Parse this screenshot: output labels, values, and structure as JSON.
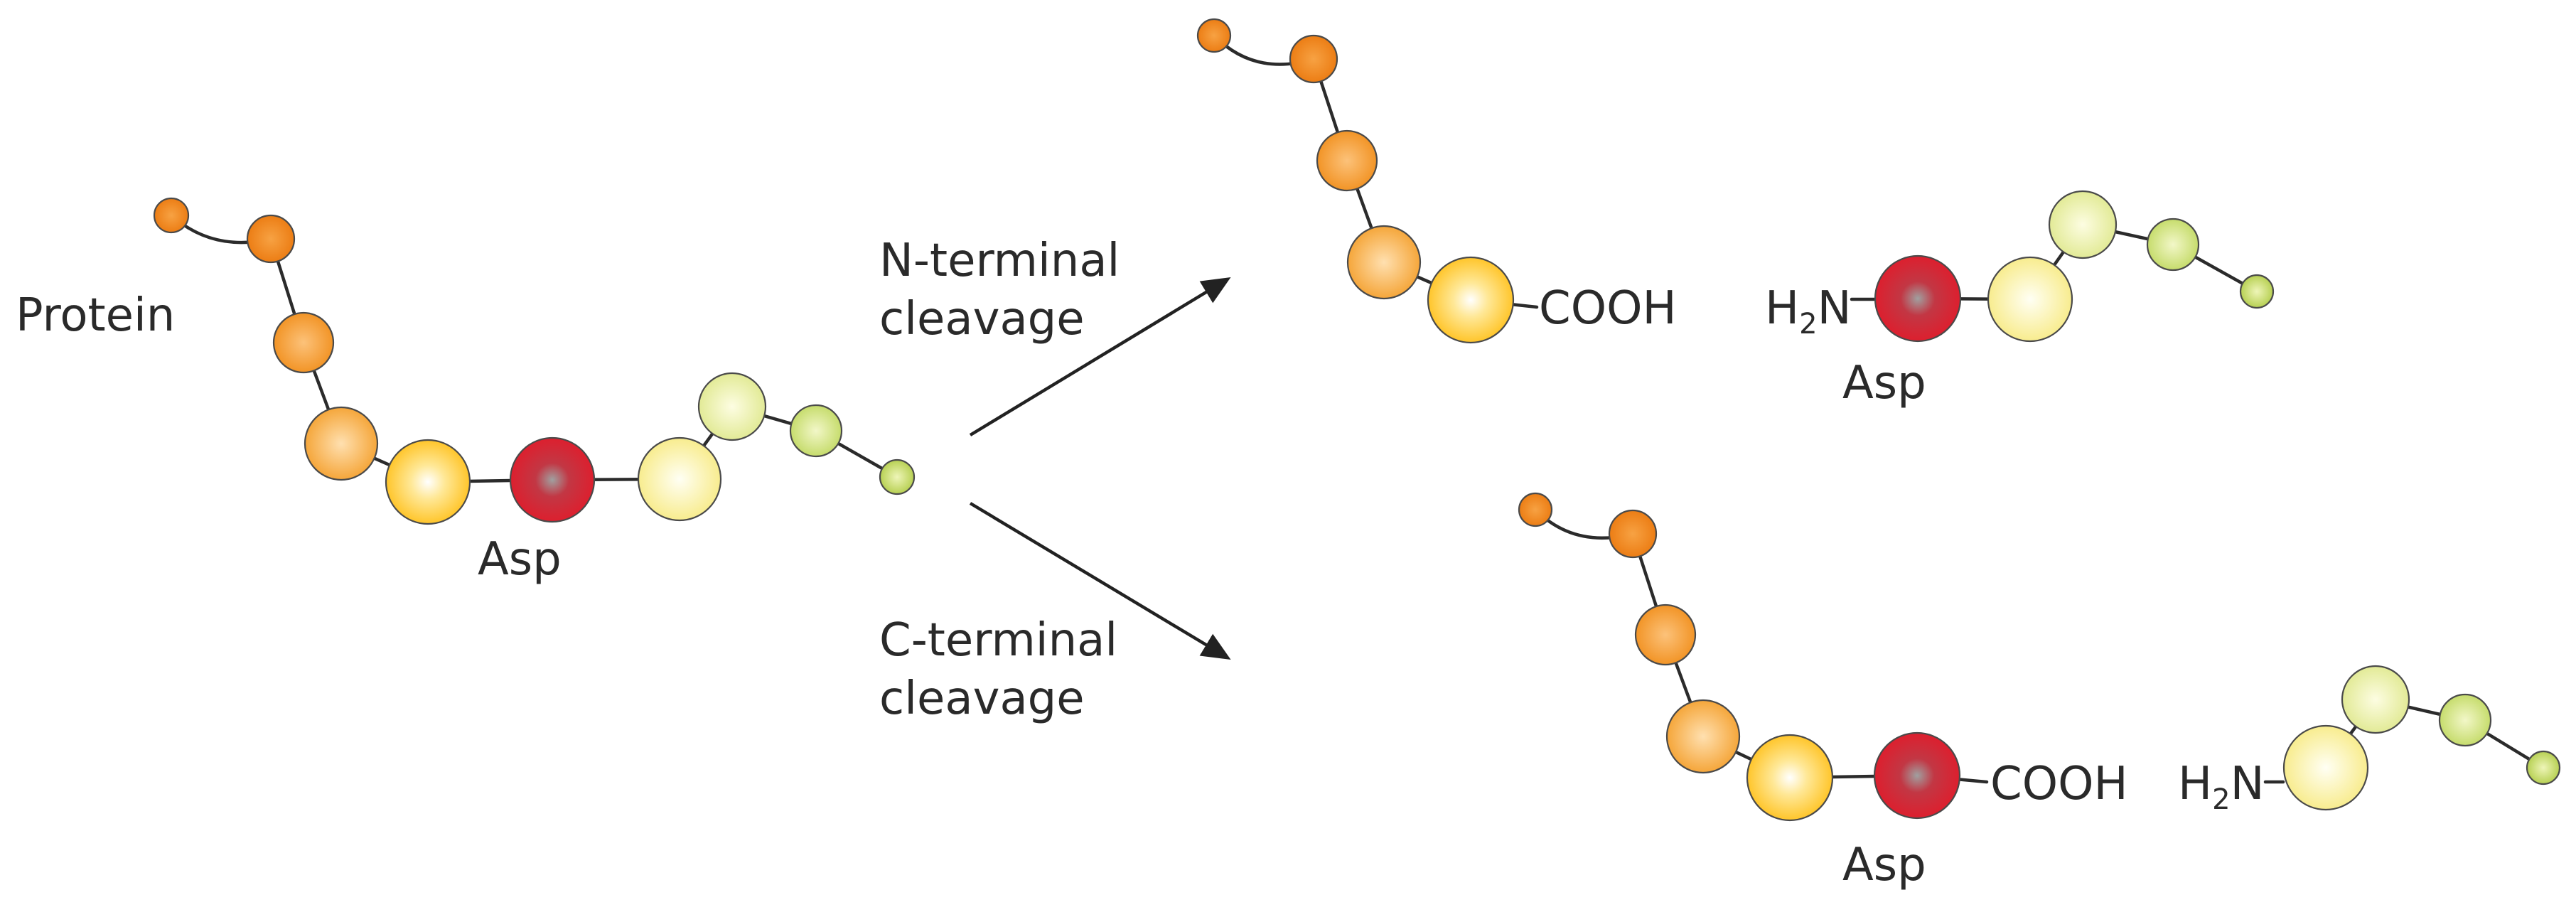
{
  "labels": {
    "protein": "Protein",
    "asp": "Asp",
    "n_terminal_line1": "N-terminal",
    "n_terminal_line2": "cleavage",
    "c_terminal_line1": "C-terminal",
    "c_terminal_line2": "cleavage",
    "cooh": "COOH",
    "h2n_h": "H",
    "h2n_sub": "2",
    "h2n_n": "N"
  },
  "colors": {
    "asp_red": "#d9202f",
    "orange_dark": "#ef8a1e",
    "orange": "#f6a23a",
    "golden": "#ffcf3a",
    "pale_yellow": "#fbf29e",
    "pale_green": "#e4eea0",
    "green": "#c9de70",
    "bond": "#2b2b2b",
    "text": "#2a2a2a"
  }
}
